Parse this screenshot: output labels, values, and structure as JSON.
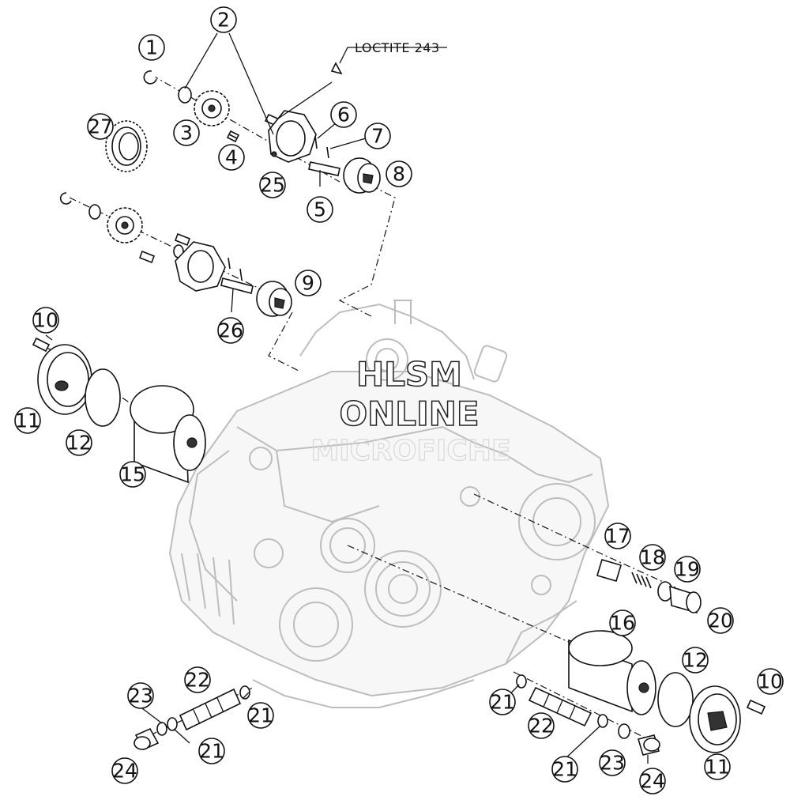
{
  "note": {
    "label": "LOCTITE 243"
  },
  "watermark": {
    "line1": "HLSM",
    "line2": "ONLINE",
    "line3": "MICROFICHE"
  },
  "callouts": [
    {
      "id": "c1",
      "text": "1"
    },
    {
      "id": "c2",
      "text": "2"
    },
    {
      "id": "c3",
      "text": "3"
    },
    {
      "id": "c4",
      "text": "4"
    },
    {
      "id": "c5",
      "text": "5"
    },
    {
      "id": "c6",
      "text": "6"
    },
    {
      "id": "c7",
      "text": "7"
    },
    {
      "id": "c8",
      "text": "8"
    },
    {
      "id": "c9",
      "text": "9"
    },
    {
      "id": "c10a",
      "text": "10"
    },
    {
      "id": "c10b",
      "text": "10"
    },
    {
      "id": "c11a",
      "text": "11"
    },
    {
      "id": "c11b",
      "text": "11"
    },
    {
      "id": "c12a",
      "text": "12"
    },
    {
      "id": "c12b",
      "text": "12"
    },
    {
      "id": "c15",
      "text": "15"
    },
    {
      "id": "c16",
      "text": "16"
    },
    {
      "id": "c17",
      "text": "17"
    },
    {
      "id": "c18",
      "text": "18"
    },
    {
      "id": "c19",
      "text": "19"
    },
    {
      "id": "c20",
      "text": "20"
    },
    {
      "id": "c21a",
      "text": "21"
    },
    {
      "id": "c21b",
      "text": "21"
    },
    {
      "id": "c21c",
      "text": "21"
    },
    {
      "id": "c21d",
      "text": "21"
    },
    {
      "id": "c22a",
      "text": "22"
    },
    {
      "id": "c22b",
      "text": "22"
    },
    {
      "id": "c23a",
      "text": "23"
    },
    {
      "id": "c23b",
      "text": "23"
    },
    {
      "id": "c24a",
      "text": "24"
    },
    {
      "id": "c24b",
      "text": "24"
    },
    {
      "id": "c25",
      "text": "25"
    },
    {
      "id": "c26",
      "text": "26"
    },
    {
      "id": "c27",
      "text": "27"
    }
  ]
}
